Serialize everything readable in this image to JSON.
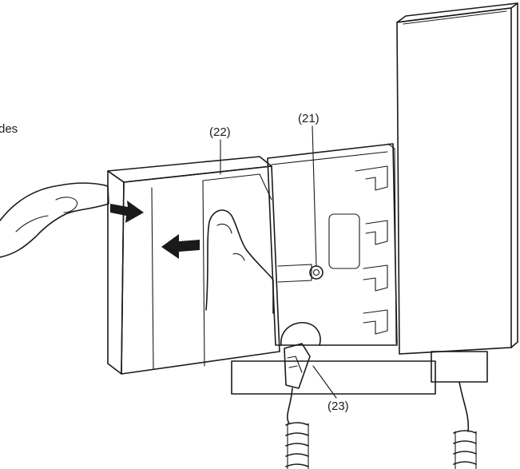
{
  "labels": {
    "stray_text": "des",
    "l22": "(22)",
    "l21": "(21)",
    "l23": "(23)"
  },
  "colors": {
    "line": "#1a1a1a",
    "paper": "#ffffff",
    "gray_light": "#dcdcdc",
    "gray_mid": "#c8c8c8",
    "gray_dark": "#b4b4b4"
  },
  "icons": {
    "arrow_right": "arrow-right-icon",
    "arrow_left": "arrow-left-icon"
  }
}
